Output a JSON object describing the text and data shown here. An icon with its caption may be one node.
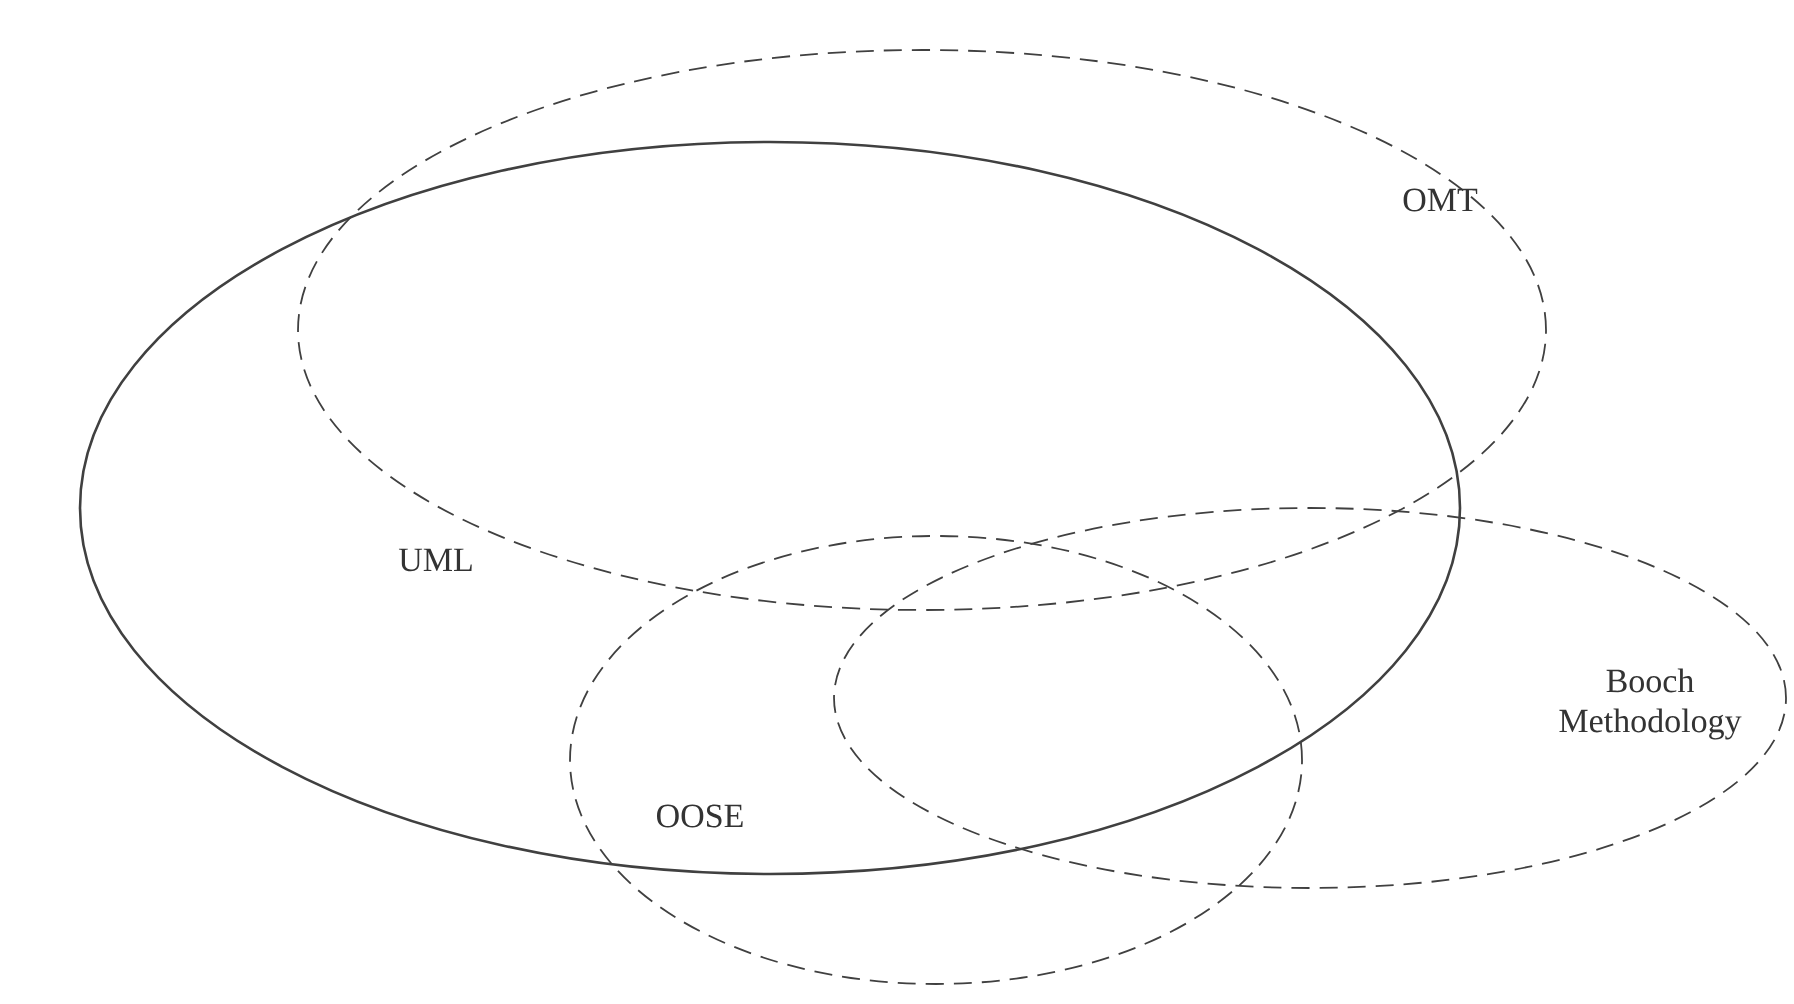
{
  "diagram": {
    "nodes": [
      {
        "text": [
          "UML"
        ]
      },
      {
        "text": [
          "OMT"
        ]
      },
      {
        "text": [
          "Booch Methodology"
        ]
      },
      {
        "text": [
          "OOSE"
        ]
      }
    ]
  }
}
